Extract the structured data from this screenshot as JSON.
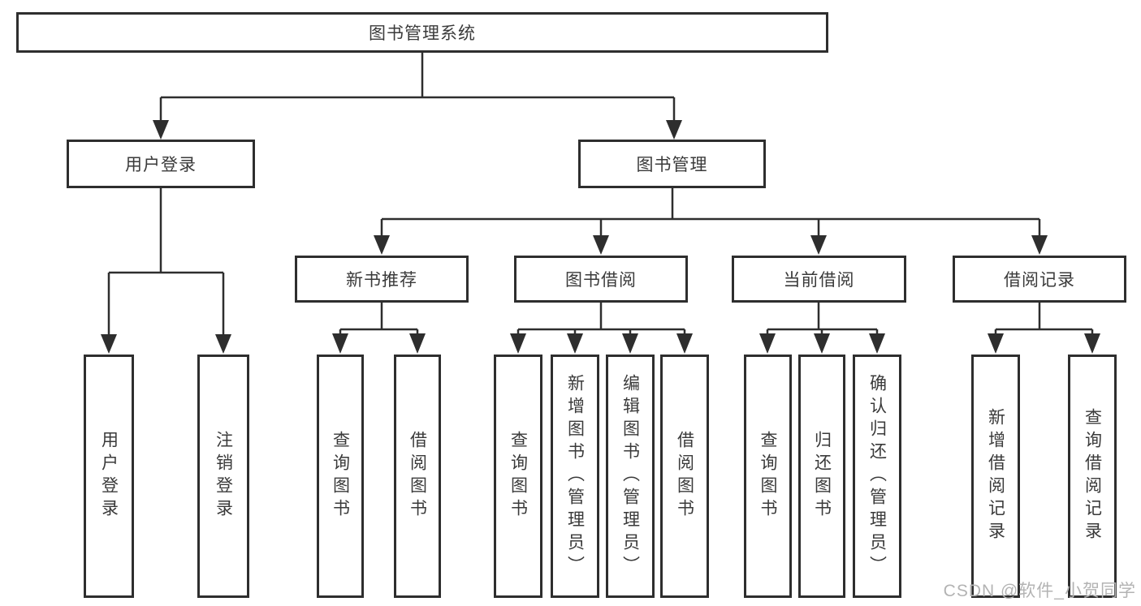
{
  "tree": {
    "root": {
      "label": "图书管理系统",
      "children": [
        {
          "label": "用户登录",
          "children": [
            {
              "label": "用户登录"
            },
            {
              "label": "注销登录"
            }
          ]
        },
        {
          "label": "图书管理",
          "children": [
            {
              "label": "新书推荐",
              "children": [
                {
                  "label": "查询图书"
                },
                {
                  "label": "借阅图书"
                }
              ]
            },
            {
              "label": "图书借阅",
              "children": [
                {
                  "label": "查询图书"
                },
                {
                  "label": "新增图书（管理员）"
                },
                {
                  "label": "编辑图书（管理员）"
                },
                {
                  "label": "借阅图书"
                }
              ]
            },
            {
              "label": "当前借阅",
              "children": [
                {
                  "label": "查询图书"
                },
                {
                  "label": "归还图书"
                },
                {
                  "label": "确认归还（管理员）"
                }
              ]
            },
            {
              "label": "借阅记录",
              "children": [
                {
                  "label": "新增借阅记录"
                },
                {
                  "label": "查询借阅记录"
                }
              ]
            }
          ]
        }
      ]
    }
  },
  "watermark": "CSDN @软件_小贺同学",
  "colors": {
    "line": "#2e2e2e",
    "text": "#3a3a3a",
    "watermark_text": "#b3b3b3",
    "background": "#ffffff"
  }
}
